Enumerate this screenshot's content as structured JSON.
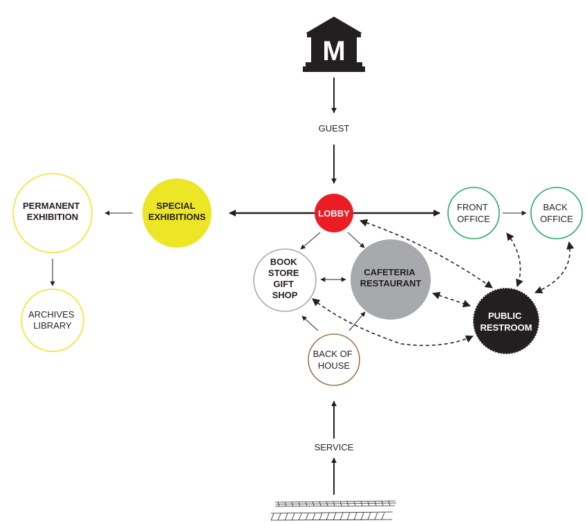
{
  "logo": {
    "letter": "M",
    "icon": "museum-building-icon"
  },
  "flows": {
    "guest": "GUEST",
    "service": "SERVICE"
  },
  "nodes": {
    "lobby": {
      "lines": [
        "LOBBY"
      ],
      "color": "#ec1c24"
    },
    "special_exhibitions": {
      "lines": [
        "SPECIAL",
        "EXHIBITIONS"
      ],
      "color": "#ede626"
    },
    "permanent_exhibition": {
      "lines": [
        "PERMANENT",
        "EXHIBITION"
      ],
      "color": "#ede626"
    },
    "archives_library": {
      "lines": [
        "ARCHIVES",
        "LIBRARY"
      ],
      "color": "#ede626"
    },
    "front_office": {
      "lines": [
        "FRONT",
        "OFFICE"
      ],
      "color": "#27a862"
    },
    "back_office": {
      "lines": [
        "BACK",
        "OFFICE"
      ],
      "color": "#27a862"
    },
    "bookstore": {
      "lines": [
        "BOOK",
        "STORE",
        "GIFT",
        "SHOP"
      ],
      "color": "#a7a9ac"
    },
    "cafeteria": {
      "lines": [
        "CAFETERIA",
        "RESTAURANT"
      ],
      "color": "#a7a9ac"
    },
    "public_restroom": {
      "lines": [
        "PUBLIC",
        "RESTROOM"
      ],
      "color": "#231f20"
    },
    "back_of_house": {
      "lines": [
        "BACK OF",
        "HOUSE"
      ],
      "color": "#9b7450"
    }
  },
  "icons": {
    "loading_dock": "loading-dock-icon"
  }
}
